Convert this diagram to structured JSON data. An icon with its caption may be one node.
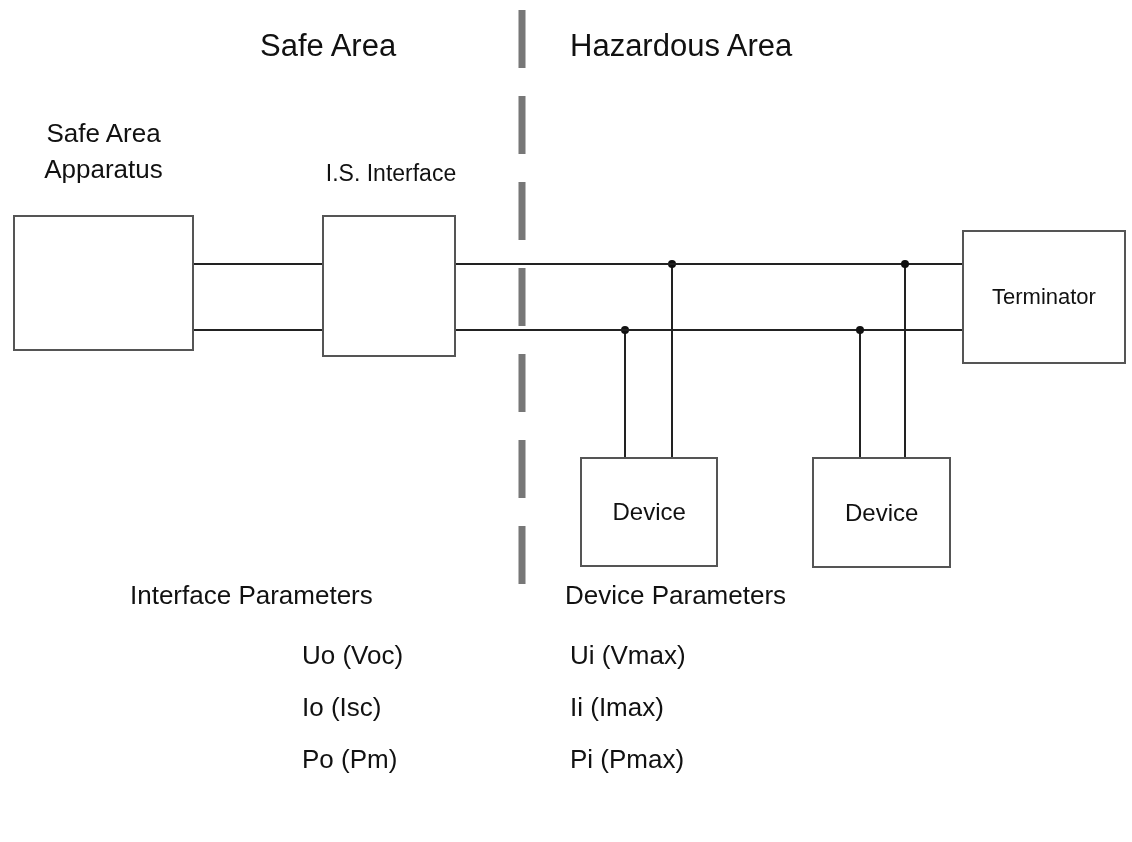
{
  "diagram": {
    "nodes": [
      {
        "text": [
          "Safe Area Apparatus"
        ]
      },
      {
        "text": [
          "I.S. Interface"
        ]
      },
      {
        "text": [
          "Terminator"
        ]
      },
      {
        "text": [
          "Device"
        ]
      },
      {
        "text": [
          "Device"
        ]
      }
    ],
    "edges": [
      {
        "from": 0,
        "to": 1,
        "arrow": "none"
      },
      {
        "from": 0,
        "to": 1,
        "arrow": "none"
      },
      {
        "from": 1,
        "to": 2,
        "arrow": "none"
      },
      {
        "from": 1,
        "to": 3,
        "arrow": "none"
      },
      {
        "from": 1,
        "to": 4,
        "arrow": "none"
      },
      {
        "from": 1,
        "to": 2,
        "arrow": "none"
      },
      {
        "from": 1,
        "to": 3,
        "arrow": "none"
      },
      {
        "from": 1,
        "to": 4,
        "arrow": "none"
      }
    ],
    "labels": [
      "Safe Area",
      "Hazardous Area",
      "Interface Parameters",
      "Device Parameters",
      "Uo (Voc)",
      "Ui (Vmax)",
      "Io (Isc)",
      "Ii (Imax)",
      "Po (Pm)",
      "Pi (Pmax)"
    ]
  }
}
